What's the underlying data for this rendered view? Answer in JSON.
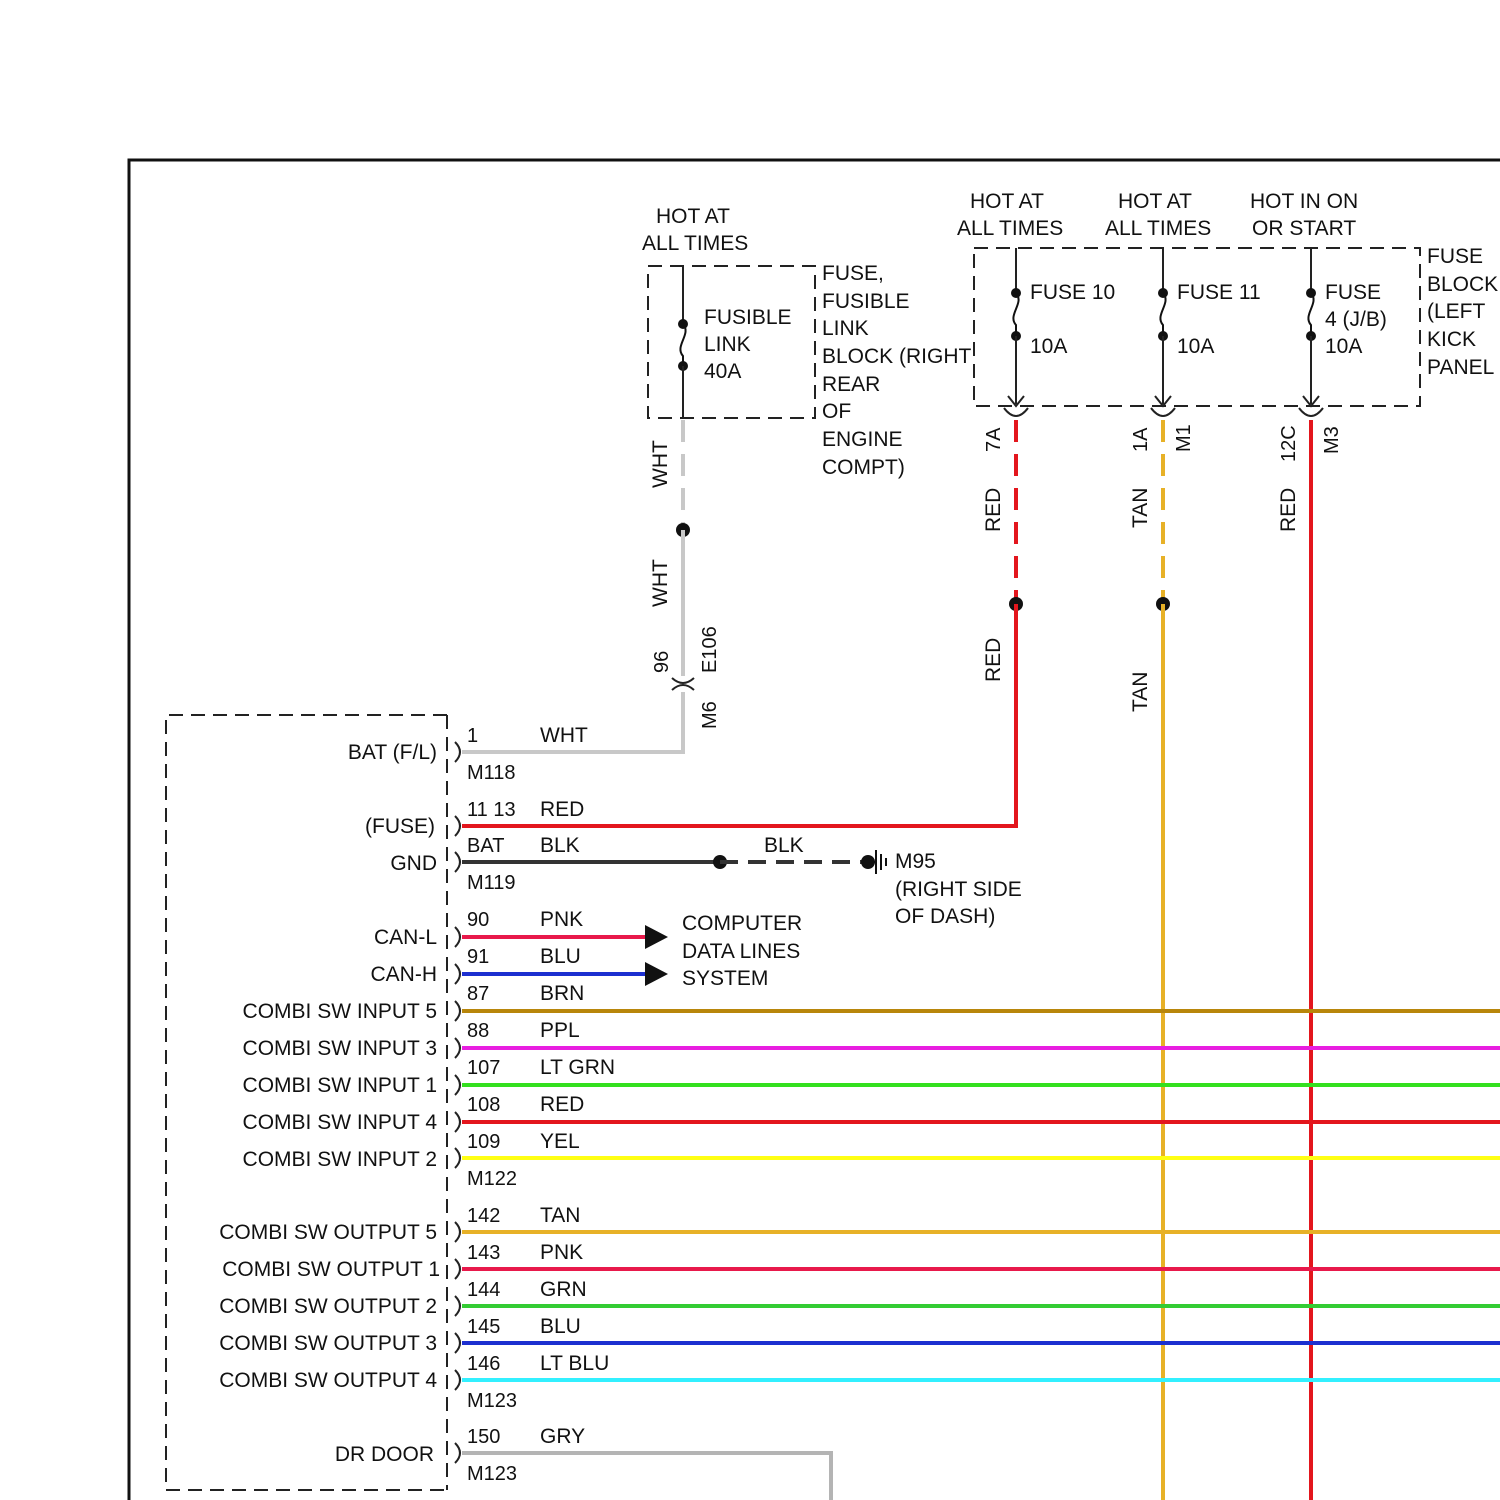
{
  "colors": {
    "WHT": "#c8c8c8",
    "RED": "#e3161d",
    "TAN": "#e7b127",
    "BLK": "#333333",
    "PNK": "#e8194b",
    "BLU": "#1c2fd0",
    "BRN": "#b8860b",
    "PPL": "#e81ee0",
    "LT_GRN": "#33e01e",
    "YEL": "#ffff14",
    "GRN": "#33cc33",
    "LT_BLU": "#33f0ff",
    "GRY": "#b4b4b4",
    "frame": "#111111"
  },
  "fusible": {
    "hot": [
      "HOT AT",
      "ALL TIMES"
    ],
    "link": [
      "FUSIBLE",
      "LINK",
      "40A"
    ],
    "block": [
      "FUSE,",
      "FUSIBLE",
      "LINK",
      "BLOCK (RIGHT",
      "REAR",
      "OF",
      "ENGINE",
      "COMPT)"
    ]
  },
  "fuseblock": {
    "label": [
      "FUSE",
      "BLOCK",
      "(LEFT",
      "KICK",
      "PANEL"
    ],
    "hot10": [
      "HOT AT",
      "ALL TIMES"
    ],
    "hot11": [
      "HOT AT",
      "ALL TIMES"
    ],
    "hot4": [
      "HOT IN ON",
      "OR START"
    ],
    "fuse10": [
      "FUSE 10",
      "10A"
    ],
    "fuse11": [
      "FUSE 11",
      "10A"
    ],
    "fuse4": [
      "FUSE",
      "4 (J/B)",
      "10A"
    ]
  },
  "vwires": {
    "wht_upper": "WHT",
    "wht_lower": "WHT",
    "conn_e106_pin": "96",
    "conn_e106": "E106",
    "conn_m6": "M6",
    "red_pin": "7A",
    "red_upper": "RED",
    "red_lower": "RED",
    "tan_pin": "1A",
    "tan_conn": "M1",
    "tan_upper": "TAN",
    "tan_lower": "TAN",
    "red4_pin": "12C",
    "red4_conn": "M3",
    "red4": "RED"
  },
  "module": {
    "bat_label": "BAT (F/L)",
    "bat_pin": "1",
    "bat_color": "WHT",
    "bat_conn": "M118",
    "fuse_label": "(FUSE)",
    "fuse_pin": "11 13",
    "fuse_color": "RED",
    "gnd_label": "GND",
    "gnd_pin": "BAT",
    "gnd_color": "BLK",
    "gnd_conn": "M119",
    "gnd_wire2": "BLK",
    "ground": [
      "M95",
      "(RIGHT SIDE",
      "OF DASH)"
    ],
    "canl_label": "CAN-L",
    "canl_pin": "90",
    "canl_color": "PNK",
    "canh_label": "CAN-H",
    "canh_pin": "91",
    "canh_color": "BLU",
    "can_dest": [
      "COMPUTER",
      "DATA LINES",
      "SYSTEM"
    ],
    "inputs": [
      {
        "label": "COMBI SW INPUT 5",
        "pin": "87",
        "color": "BRN"
      },
      {
        "label": "COMBI SW INPUT 3",
        "pin": "88",
        "color": "PPL"
      },
      {
        "label": "COMBI SW INPUT 1",
        "pin": "107",
        "color": "LT GRN"
      },
      {
        "label": "COMBI SW INPUT 4",
        "pin": "108",
        "color": "RED"
      },
      {
        "label": "COMBI SW INPUT 2",
        "pin": "109",
        "color": "YEL"
      }
    ],
    "inputs_conn": "M122",
    "outputs": [
      {
        "label": "COMBI SW OUTPUT 5",
        "pin": "142",
        "color": "TAN"
      },
      {
        "label": "COMBI SW OUTPUT 1",
        "pin": "143",
        "color": "PNK"
      },
      {
        "label": "COMBI SW OUTPUT 2",
        "pin": "144",
        "color": "GRN"
      },
      {
        "label": "COMBI SW OUTPUT 3",
        "pin": "145",
        "color": "BLU"
      },
      {
        "label": "COMBI SW OUTPUT 4",
        "pin": "146",
        "color": "LT BLU"
      }
    ],
    "outputs_conn": "M123",
    "door_label": "DR DOOR",
    "door_pin": "150",
    "door_color": "GRY",
    "door_conn": "M123"
  }
}
